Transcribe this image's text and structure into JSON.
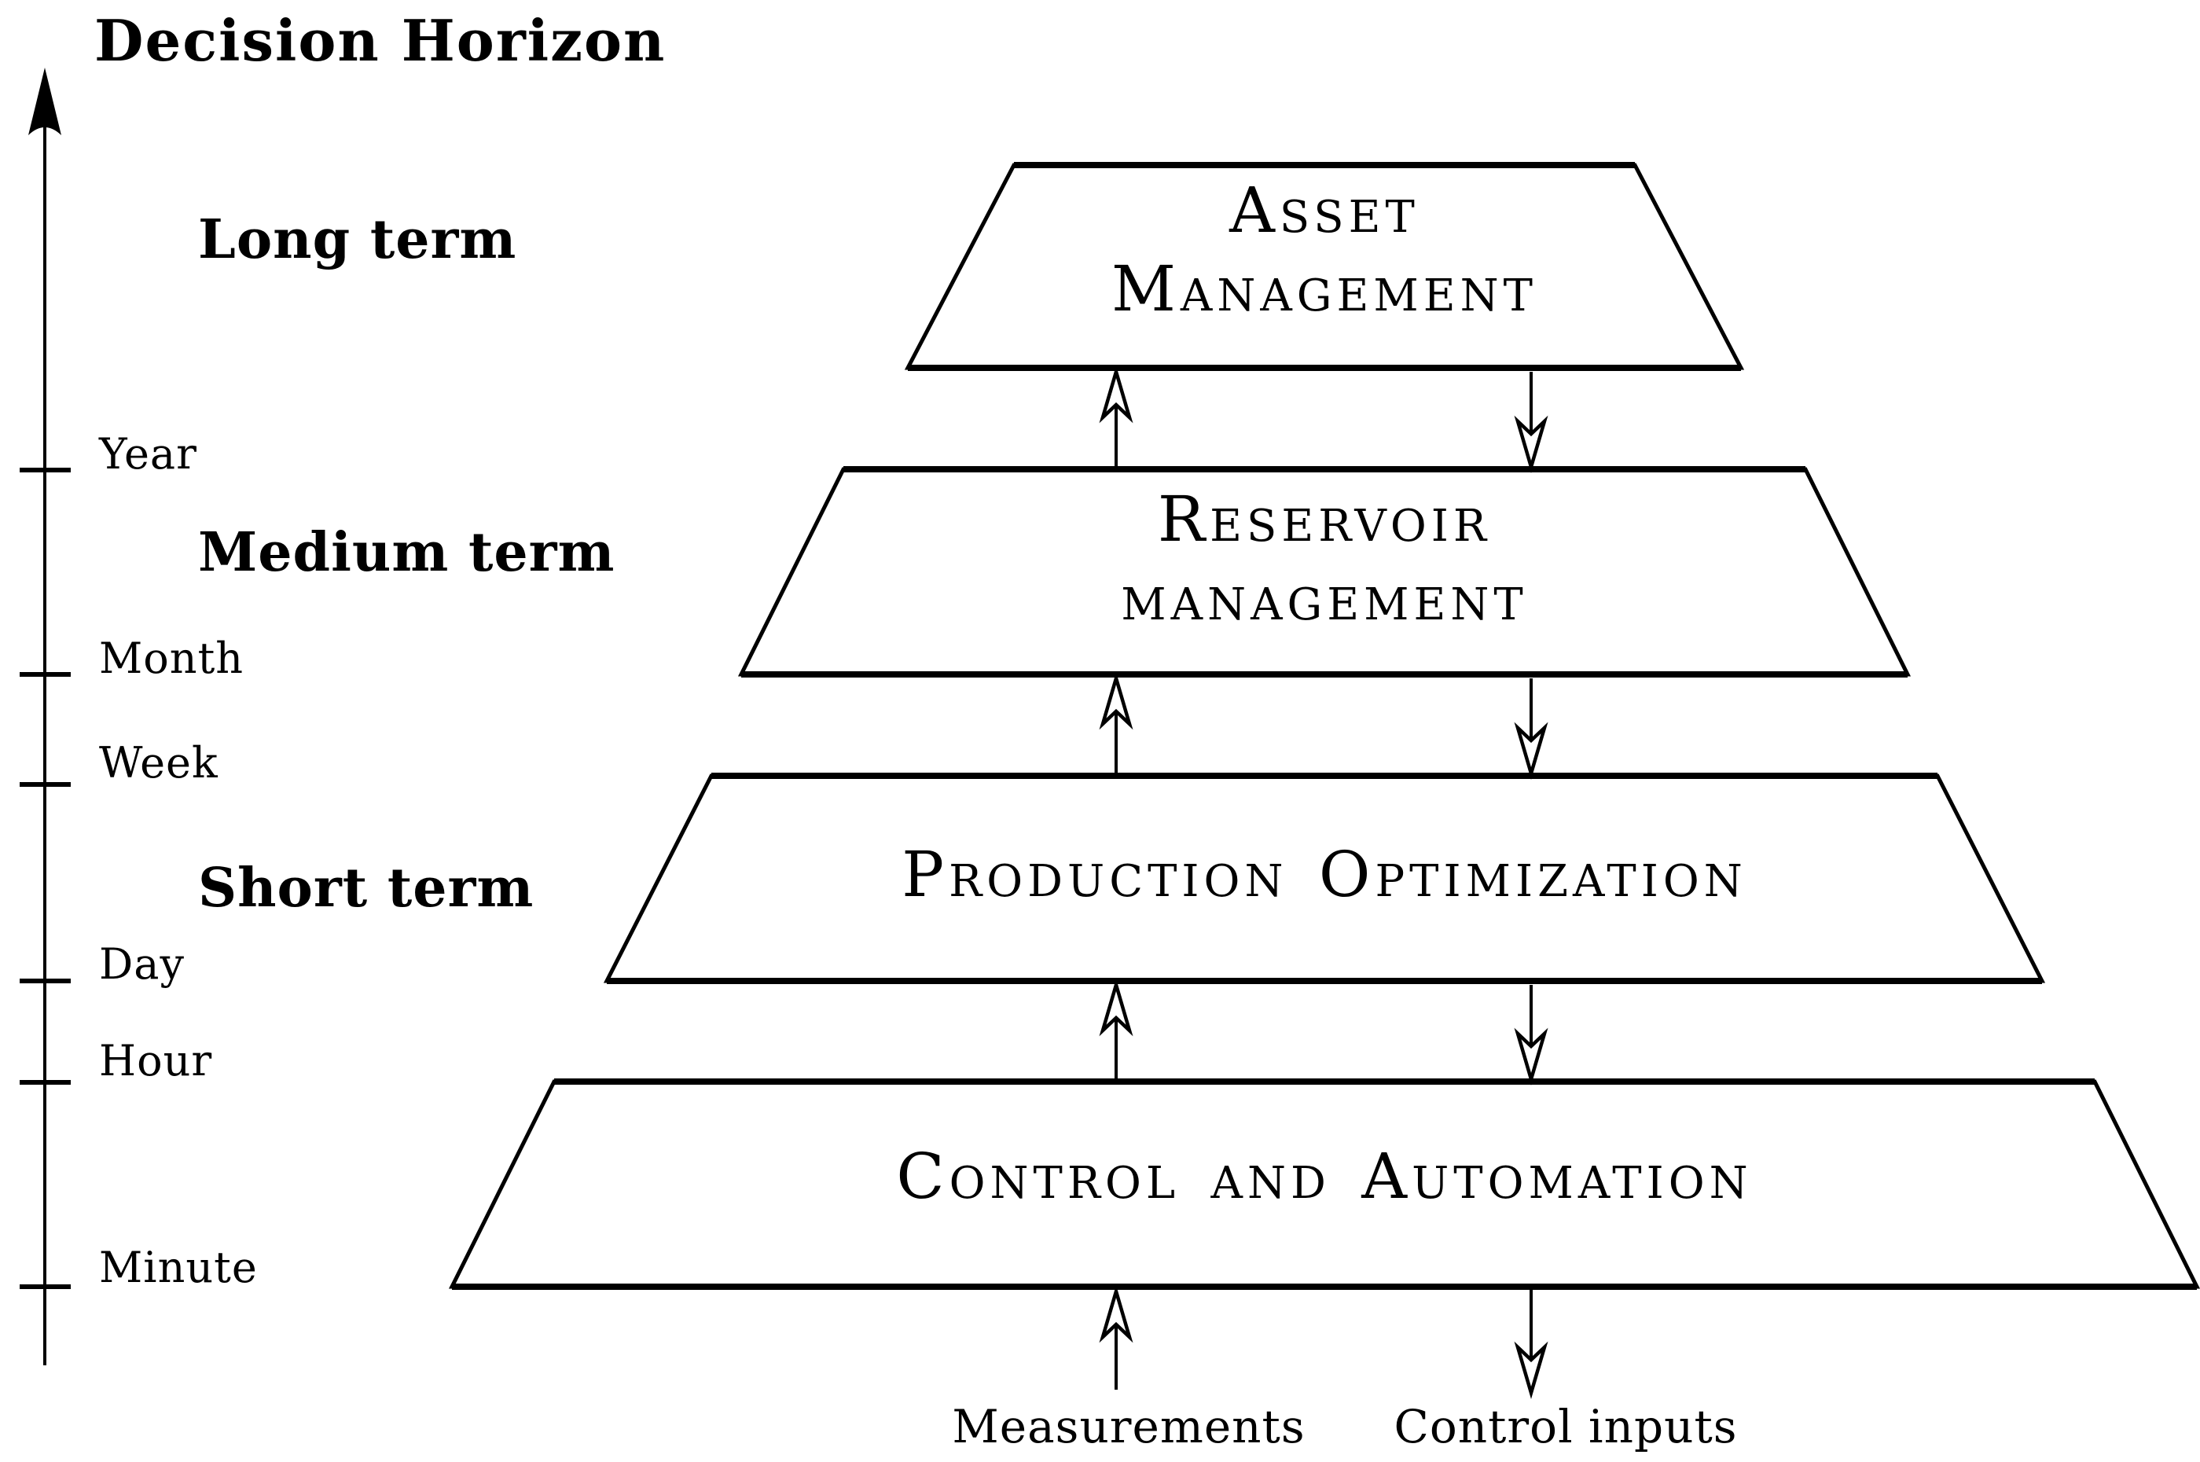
{
  "title": "Decision Horizon",
  "axis": {
    "terms": [
      {
        "label": "Long term"
      },
      {
        "label": "Medium term"
      },
      {
        "label": "Short term"
      }
    ],
    "ticks": [
      {
        "label": "Year"
      },
      {
        "label": "Month"
      },
      {
        "label": "Week"
      },
      {
        "label": "Day"
      },
      {
        "label": "Hour"
      },
      {
        "label": "Minute"
      }
    ]
  },
  "pyramid": {
    "levels": [
      {
        "id": "asset-management",
        "line1": "Asset",
        "line2": "Management"
      },
      {
        "id": "reservoir-management",
        "line1": "Reservoir",
        "line2": "management"
      },
      {
        "id": "production-optimization",
        "line1": "Production Optimization"
      },
      {
        "id": "control-and-automation",
        "line1": "Control and Automation"
      }
    ]
  },
  "io": {
    "measurements": "Measurements",
    "control_inputs": "Control inputs"
  },
  "colors": {
    "ink": "#000000",
    "paper": "#ffffff"
  }
}
